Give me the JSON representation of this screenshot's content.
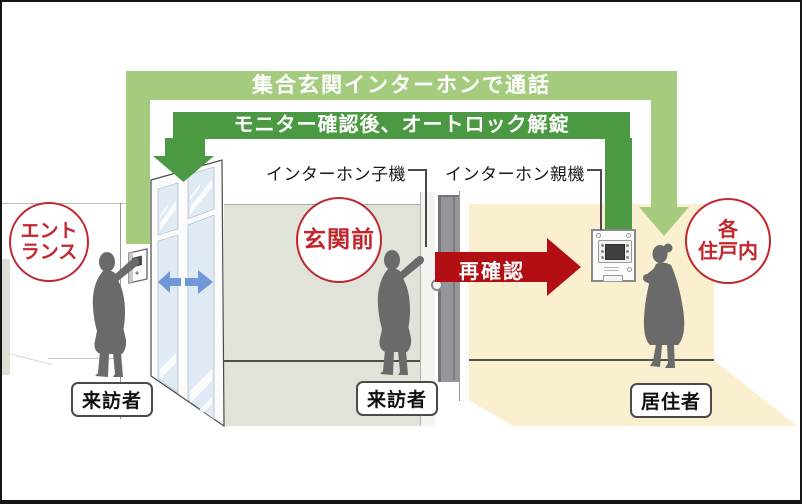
{
  "diagram": {
    "flow_banners": {
      "call": "集合玄関インターホンで通話",
      "unlock": "モニター確認後、オートロック解錠"
    },
    "location_badges": {
      "entrance_line1": "エント",
      "entrance_line2": "ランス",
      "front_door": "玄関前",
      "unit_line1": "各",
      "unit_line2": "住戸内"
    },
    "device_labels": {
      "door_station": "インターホン子機",
      "master_station": "インターホン親機"
    },
    "recheck_arrow_label": "再確認",
    "person_labels": {
      "visitor_entrance": "来訪者",
      "visitor_front_door": "来訪者",
      "resident": "居住者"
    },
    "colors": {
      "flow_call_green": "#a5cb7f",
      "flow_unlock_green": "#4c9944",
      "recheck_red": "#b20e13",
      "badge_red": "#c1272d",
      "unit_beige": "#faf0d0",
      "wall_gray": "#e0e3da",
      "glass_blue": "#dfeaf4",
      "slide_arrow_blue": "#7097d8",
      "silhouette_gray": "#6a6a6a"
    }
  }
}
